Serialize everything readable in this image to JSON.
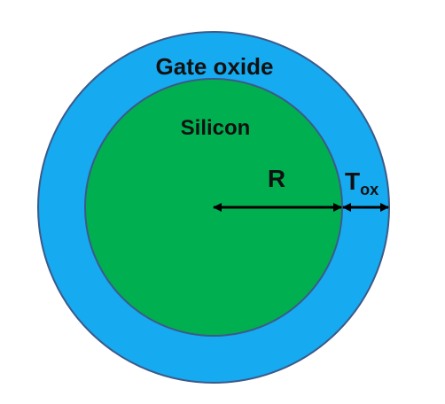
{
  "labels": {
    "outer_region": "Gate oxide",
    "inner_region": "Silicon",
    "radius": "R",
    "thickness_main": "T",
    "thickness_sub": "ox"
  },
  "colors": {
    "background": "#ffffff",
    "gate_oxide_fill": "#16aaf0",
    "silicon_fill": "#00b050",
    "outline": "#3b5a8a",
    "arrow": "#000000"
  }
}
